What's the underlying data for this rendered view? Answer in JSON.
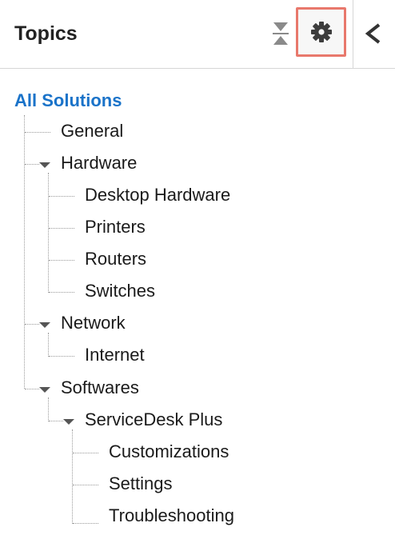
{
  "header": {
    "title": "Topics"
  },
  "tree": {
    "root_label": "All Solutions",
    "general": "General",
    "hardware": "Hardware",
    "desktop_hardware": "Desktop Hardware",
    "printers": "Printers",
    "routers": "Routers",
    "switches": "Switches",
    "network": "Network",
    "internet": "Internet",
    "softwares": "Softwares",
    "servicedesk_plus": "ServiceDesk Plus",
    "customizations": "Customizations",
    "settings": "Settings",
    "troubleshooting": "Troubleshooting"
  },
  "icons": {
    "collapse": "collapse-all-icon",
    "gear": "gear-icon",
    "back": "chevron-left-icon"
  },
  "colors": {
    "root_link": "#1a73c9",
    "highlight_border": "#e8786c"
  }
}
